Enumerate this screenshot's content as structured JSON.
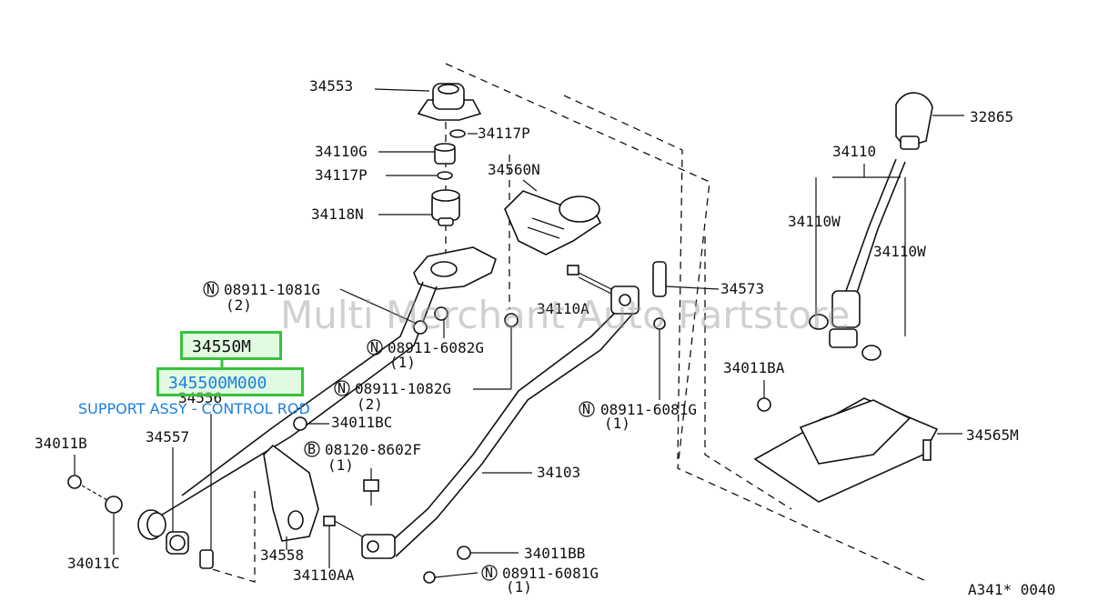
{
  "labels": {
    "p34553": "34553",
    "p34117P_a": "34117P",
    "p34110G": "34110G",
    "p34117P_b": "34117P",
    "p34560N": "34560N",
    "p34118N": "34118N",
    "n08911_1081G": "08911-1081G",
    "q2": "(2)",
    "p34110A": "34110A",
    "p34573": "34573",
    "n08911_6082G": "08911-6082G",
    "q1_a": "(1)",
    "n08911_1082G": "08911-1082G",
    "q2_b": "(2)",
    "p34556": "34556",
    "p34011BC": "34011BC",
    "n08911_6081G_a": "08911-6081G",
    "q1_b": "(1)",
    "p34557": "34557",
    "p34011B": "34011B",
    "b08120_8602F": "08120-8602F",
    "q1_c": "(1)",
    "p34103": "34103",
    "p34011C": "34011C",
    "p34558": "34558",
    "p34110AA": "34110AA",
    "p34011BB": "34011BB",
    "n08911_6081G_b": "08911-6081G",
    "q1_d": "(1)",
    "p32865": "32865",
    "p34110": "34110",
    "p34110W_a": "34110W",
    "p34110W_b": "34110W",
    "p34011BA": "34011BA",
    "p34565M": "34565M",
    "figure_code": "A341* 0040",
    "circle_n": "N",
    "circle_b": "B"
  },
  "highlight": {
    "part_number": "34550M",
    "part_code": "345500M000",
    "description": "SUPPORT ASSY - CONTROL ROD"
  },
  "watermark": "Multi Merchant Auto Partstore"
}
